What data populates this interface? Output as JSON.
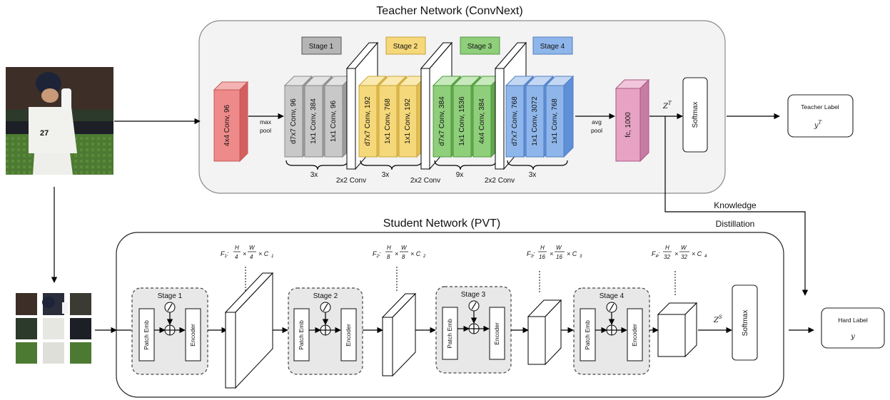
{
  "teacher": {
    "title": "Teacher Network (ConvNext)",
    "stem": "4x4 Conv, 96",
    "max_pool": [
      "max",
      "pool"
    ],
    "avg_pool": [
      "avg",
      "pool"
    ],
    "stages": [
      {
        "name": "Stage 1",
        "color": "#c8c8c8",
        "layers": [
          "d7x7 Conv, 96",
          "1x1 Conv, 384",
          "1x1 Conv, 96"
        ],
        "repeat": "3x"
      },
      {
        "name": "Stage 2",
        "color": "#f5d87a",
        "layers": [
          "d7x7 Conv, 192",
          "1x1 Conv, 768",
          "1x1 Conv, 192"
        ],
        "repeat": "3x"
      },
      {
        "name": "Stage 3",
        "color": "#8fce7b",
        "layers": [
          "d7x7 Conv, 384",
          "1x1 Conv, 1536",
          "4x4 Conv, 384"
        ],
        "repeat": "9x"
      },
      {
        "name": "Stage 4",
        "color": "#8fb6ea",
        "layers": [
          "d7x7 Conv, 768",
          "1x1 Conv, 3072",
          "1x1 Conv, 768"
        ],
        "repeat": "3x"
      }
    ],
    "downsample": "2x2 Conv",
    "fc": "fc, 1000",
    "logit": "Z",
    "logit_sup": "T",
    "softmax": "Softmax",
    "label_title": "Teacher Label",
    "label_var": "y",
    "label_sup": "T"
  },
  "distill": {
    "line1": "Knowledge",
    "line2": "Distillation"
  },
  "student": {
    "title": "Student Network (PVT)",
    "stages": [
      {
        "name": "Stage 1",
        "patch": "Patch Emb",
        "encoder": "Encoder",
        "feat": "F",
        "sub": "1",
        "h": "4",
        "w": "4",
        "c": "1"
      },
      {
        "name": "Stage 2",
        "patch": "Patch Emb",
        "encoder": "Encoder",
        "feat": "F",
        "sub": "2",
        "h": "8",
        "w": "8",
        "c": "2"
      },
      {
        "name": "Stage 3",
        "patch": "Patch Emb",
        "encoder": "Encoder",
        "feat": "F",
        "sub": "3",
        "h": "16",
        "w": "16",
        "c": "3"
      },
      {
        "name": "Stage 4",
        "patch": "Patch Emb",
        "encoder": "Encoder",
        "feat": "F",
        "sub": "4",
        "h": "32",
        "w": "32",
        "c": "4"
      }
    ],
    "logit": "Z",
    "logit_sup": "S",
    "softmax": "Softmax",
    "label_title": "Hard Label",
    "label_var": "y"
  },
  "colors": {
    "stem": "#ef8a8a",
    "fc": "#e7a3c4"
  }
}
